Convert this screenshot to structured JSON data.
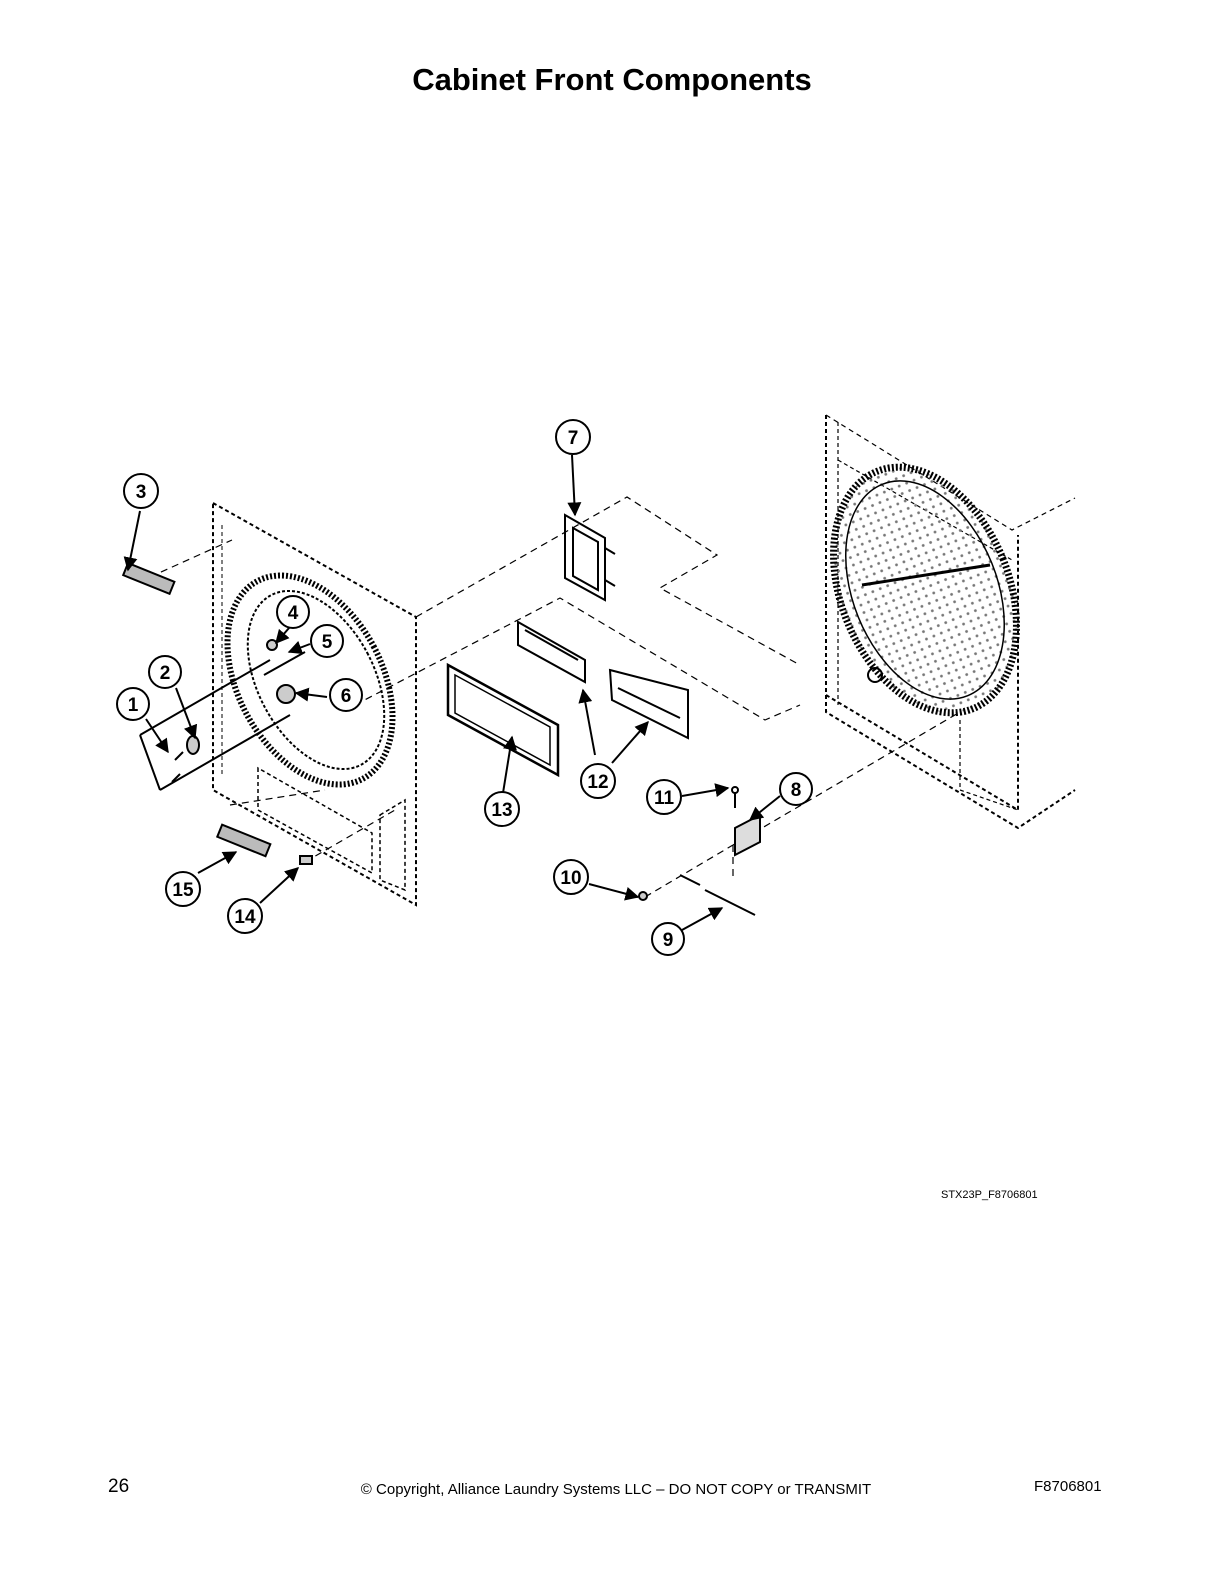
{
  "title": "Cabinet Front Components",
  "callouts": [
    "1",
    "2",
    "3",
    "4",
    "5",
    "6",
    "7",
    "8",
    "9",
    "10",
    "11",
    "12",
    "13",
    "14",
    "15"
  ],
  "drawing_id": "STX23P_F8706801",
  "footer": {
    "page_number": "26",
    "copyright": "© Copyright, Alliance Laundry Systems LLC – DO NOT COPY or TRANSMIT",
    "doc_number": "F8706801"
  }
}
